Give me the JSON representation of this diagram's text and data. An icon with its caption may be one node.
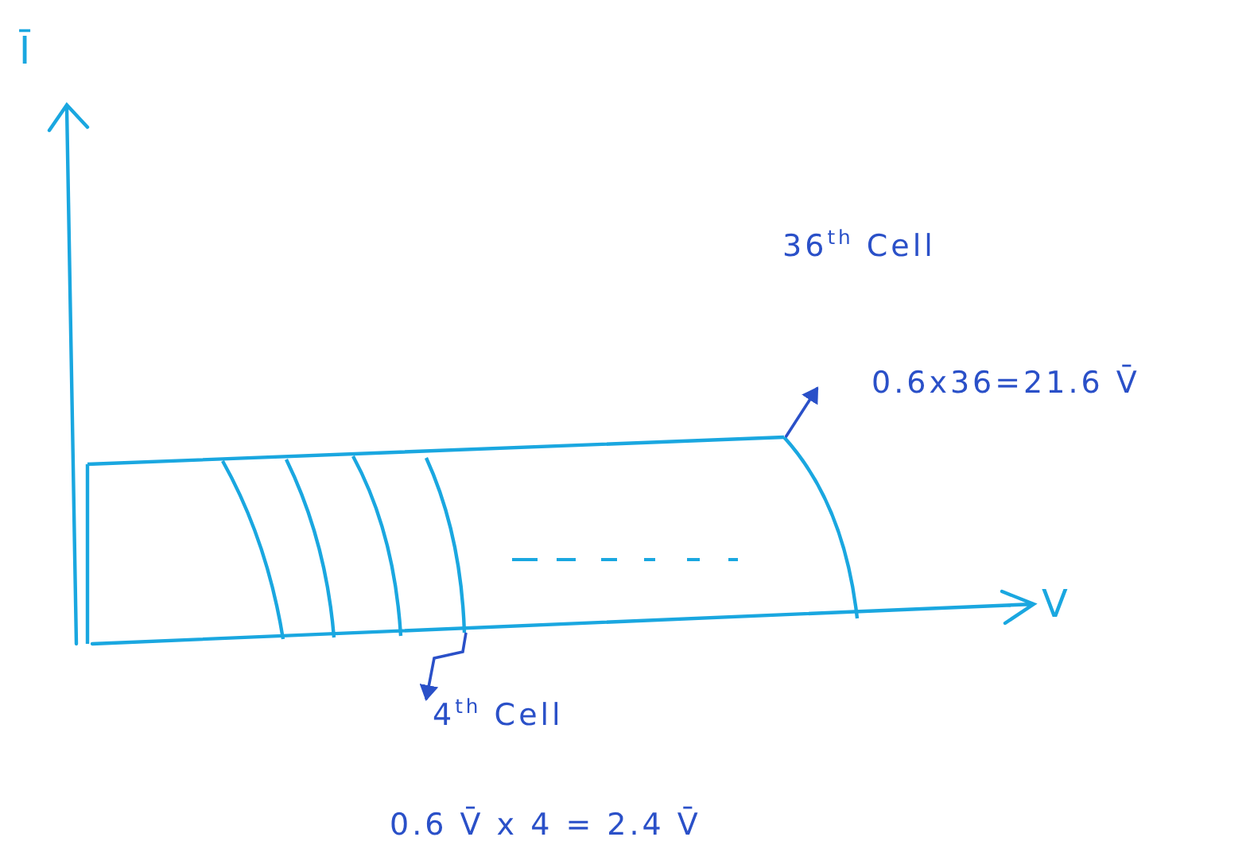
{
  "diagram": {
    "nodes": [
      {
        "text": [
          "36$^{th}$ Cell"
        ]
      },
      {
        "text": [
          "0.6x36=21.6 V̄"
        ]
      },
      {
        "text": [],
        "shape": "curve"
      },
      {
        "text": [],
        "shape": "curve"
      },
      {
        "text": [
          "4$^{th}$ Cell"
        ]
      }
    ],
    "edges": [
      {
        "from": 3,
        "to": 1,
        "arrow": "to"
      },
      {
        "from": 2,
        "to": 4,
        "arrow": "to"
      }
    ],
    "labels": [
      "Ī",
      "V",
      "0.6 V̄ x 4 = 2.4 V̄"
    ]
  }
}
